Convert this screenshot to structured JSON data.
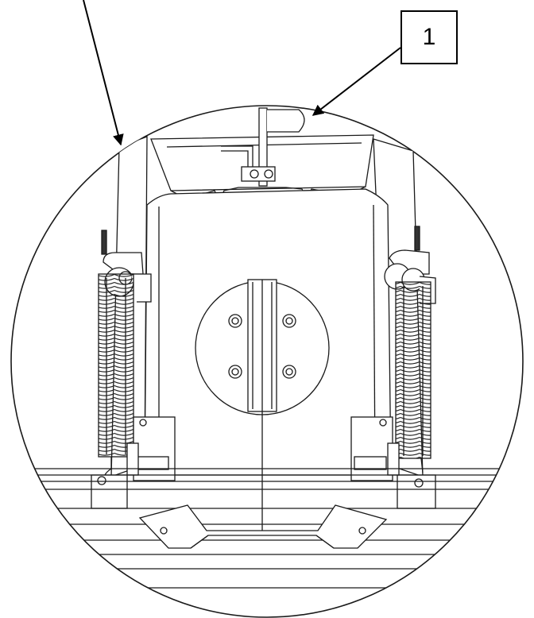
{
  "callout": {
    "label": "1"
  },
  "colors": {
    "line": "#1a1a1a",
    "background": "#ffffff"
  },
  "icons": [
    "leader-arrow",
    "spring-coil",
    "bolt"
  ]
}
